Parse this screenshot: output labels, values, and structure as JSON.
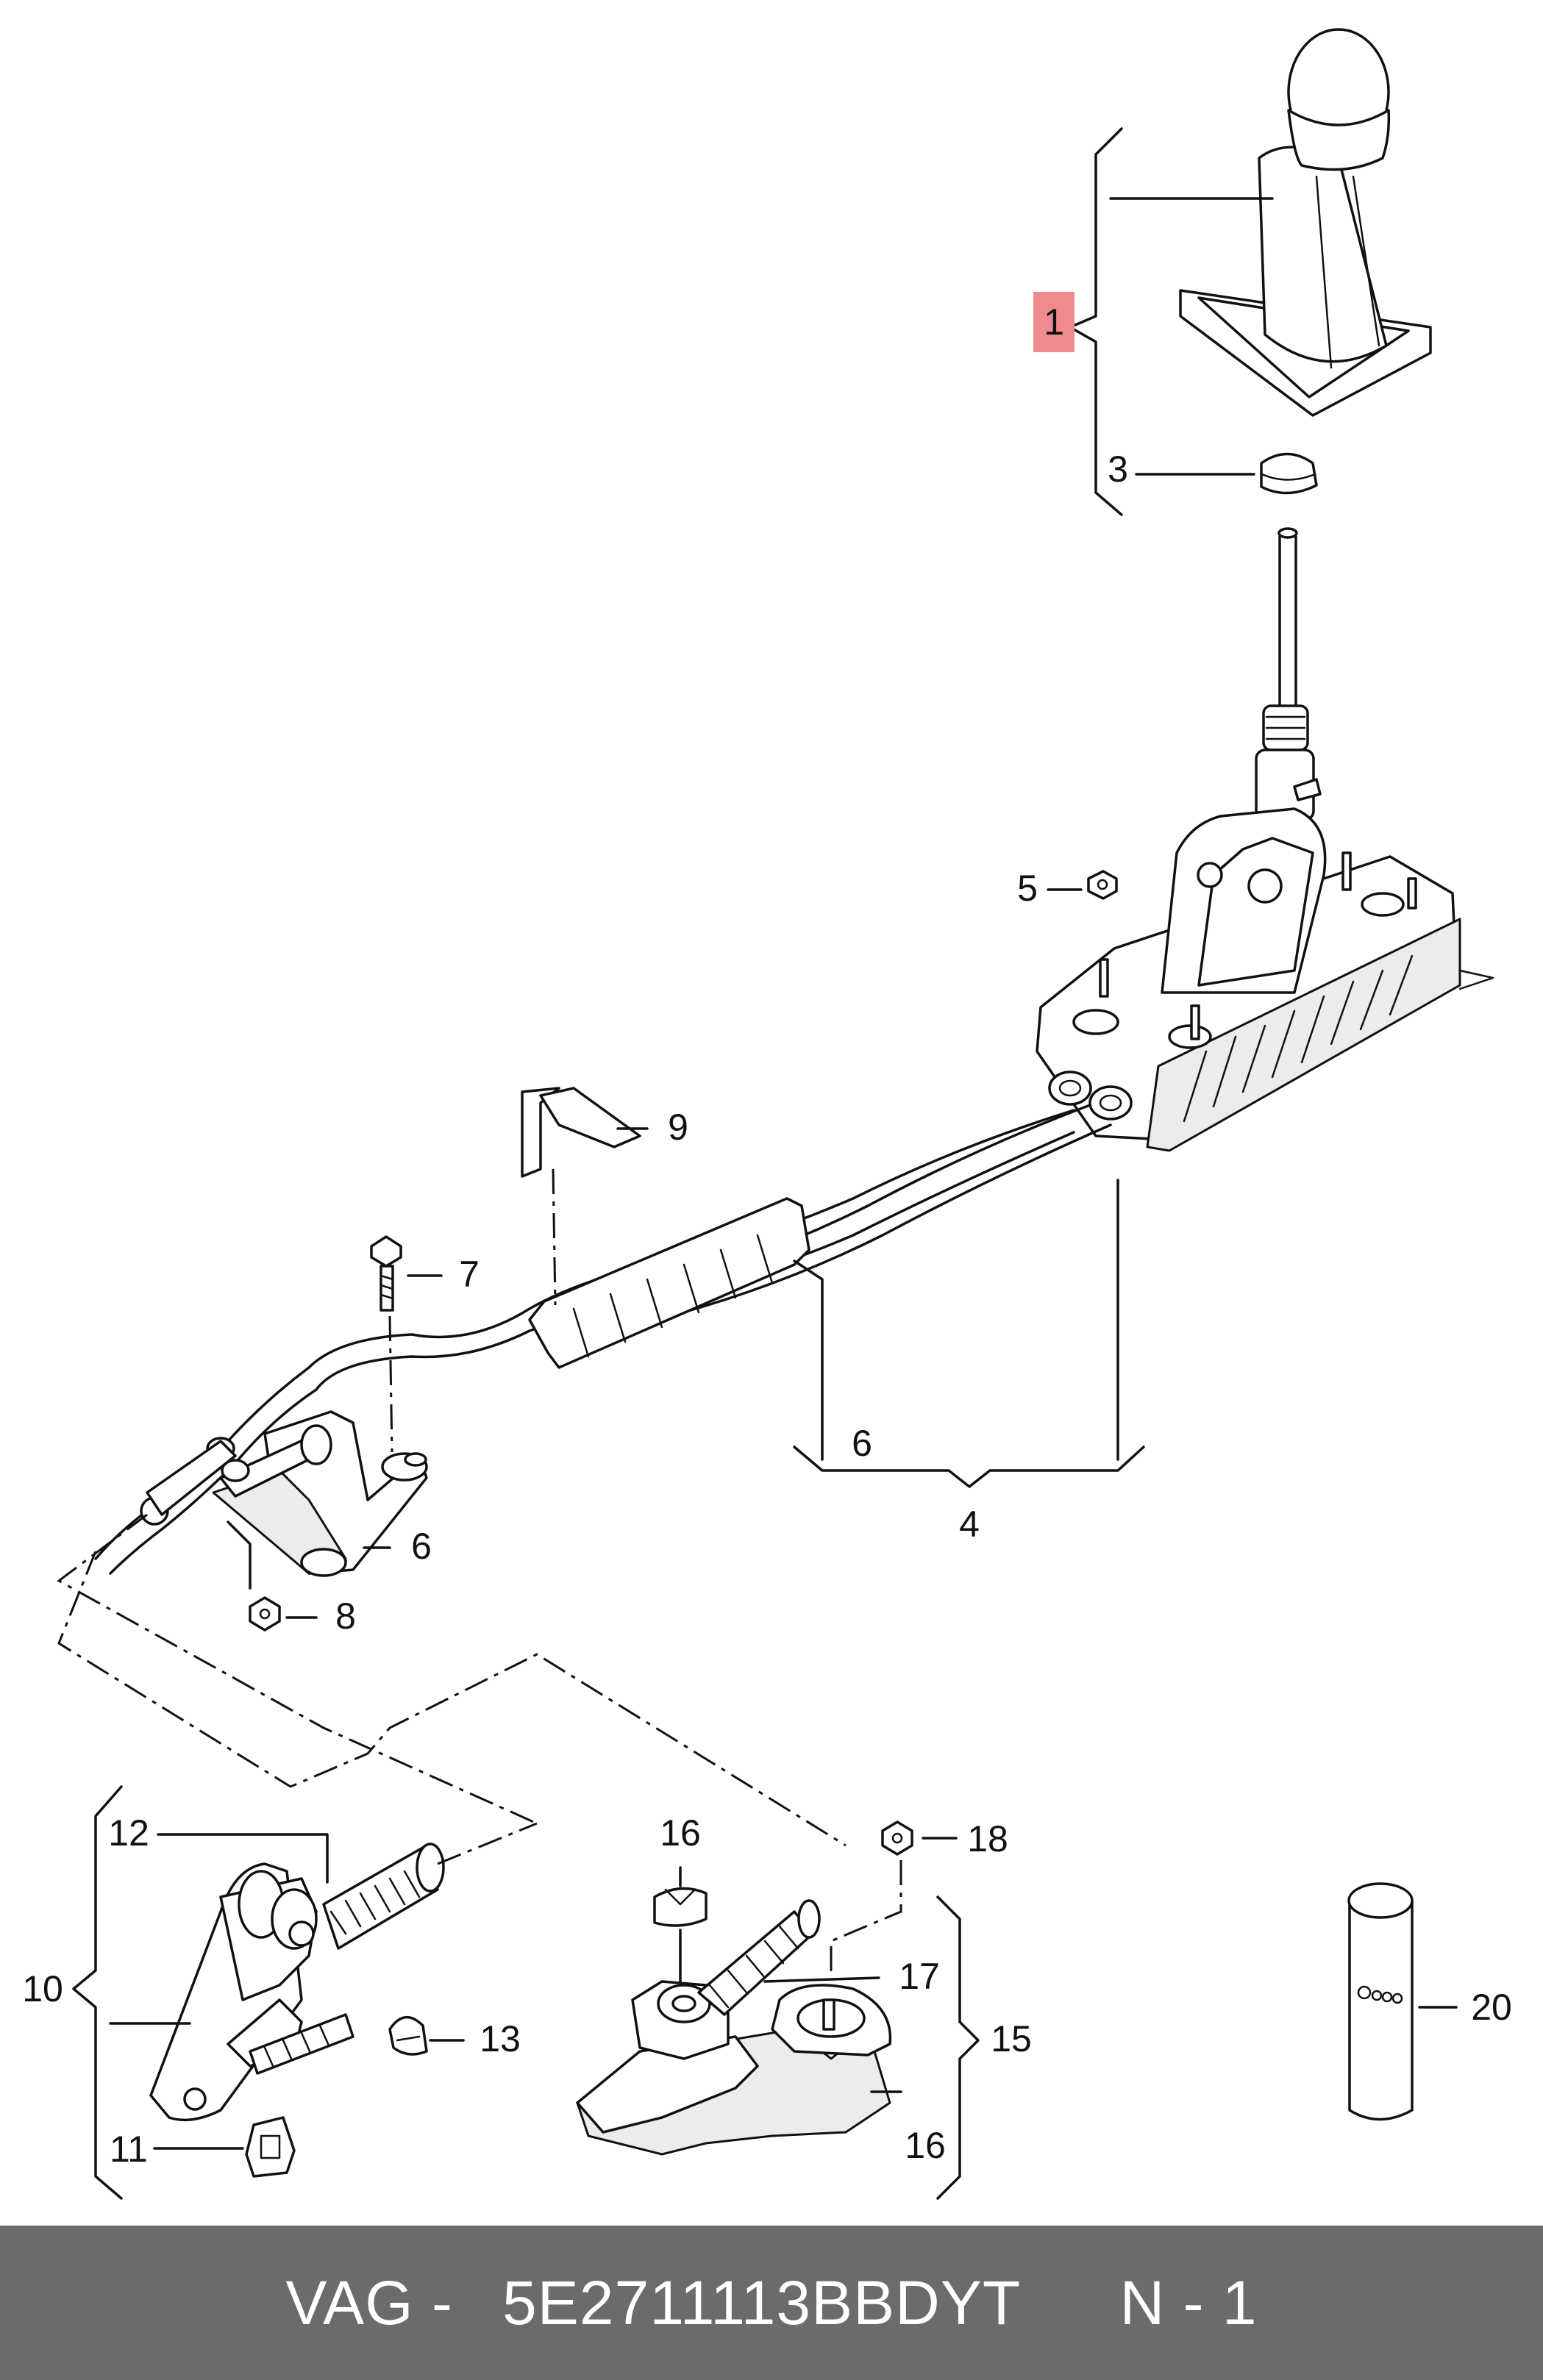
{
  "callouts": {
    "c1": "1",
    "c3": "3",
    "c4": "4",
    "c5": "5",
    "c6a": "6",
    "c6b": "6",
    "c7": "7",
    "c8": "8",
    "c9": "9",
    "c10": "10",
    "c11": "11",
    "c12": "12",
    "c13": "13",
    "c15": "15",
    "c16a": "16",
    "c16b": "16",
    "c17": "17",
    "c18": "18",
    "c20": "20"
  },
  "highlight_color": "#f08a8f",
  "footer": {
    "brand": "VAG -",
    "part_number": "5E2711113BBDYT",
    "page": "N - 1"
  }
}
